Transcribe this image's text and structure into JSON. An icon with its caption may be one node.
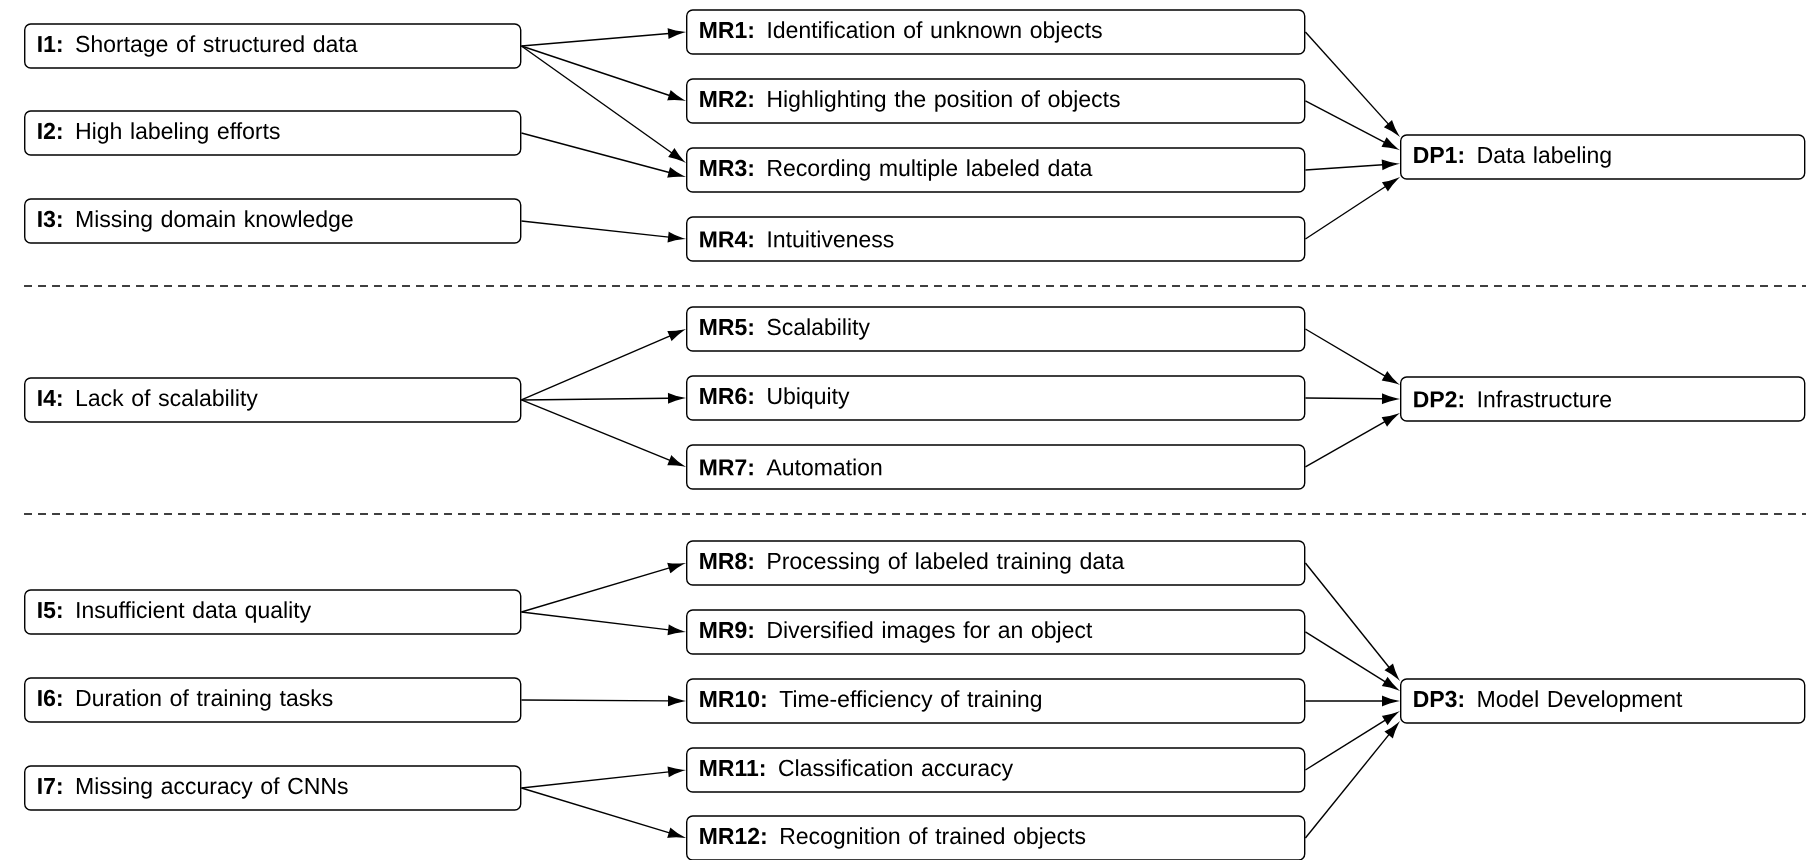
{
  "diagram": {
    "nodes": [
      {
        "text": [
          "**I1:** Shortage of structured data"
        ]
      },
      {
        "text": [
          "**I2:** High labeling efforts"
        ]
      },
      {
        "text": [
          "**I3:** Missing domain knowledge"
        ]
      },
      {
        "text": [
          "**I4:** Lack of scalability"
        ]
      },
      {
        "text": [
          "**I5:** Insufficient data quality"
        ]
      },
      {
        "text": [
          "**I6:** Duration of training tasks"
        ]
      },
      {
        "text": [
          "**I7:** Missing accuracy of CNNs"
        ]
      },
      {
        "text": [
          "**MR1:** Identification of unknown objects"
        ]
      },
      {
        "text": [
          "**MR2:** Highlighting the position of objects"
        ]
      },
      {
        "text": [
          "**MR3:** Recording multiple labeled data"
        ]
      },
      {
        "text": [
          "**MR4:** Intuitiveness"
        ]
      },
      {
        "text": [
          "**MR5:** Scalability"
        ]
      },
      {
        "text": [
          "**MR6:** Ubiquity"
        ]
      },
      {
        "text": [
          "**MR7:** Automation"
        ]
      },
      {
        "text": [
          "**MR8:** Processing of labeled training data"
        ]
      },
      {
        "text": [
          "**MR9:** Diversified images for an object"
        ]
      },
      {
        "text": [
          "**MR10:** Time-efficiency of training"
        ]
      },
      {
        "text": [
          "**MR11:** Classification accuracy"
        ]
      },
      {
        "text": [
          "**MR12:** Recognition of trained objects"
        ]
      },
      {
        "text": [
          "**DP1:** Data labeling"
        ]
      },
      {
        "text": [
          "**DP2:** Infrastructure"
        ]
      },
      {
        "text": [
          "**DP3:** Model Development"
        ]
      }
    ],
    "edges": [
      {
        "from": 0,
        "to": 7,
        "arrow": "to"
      },
      {
        "from": 0,
        "to": 8,
        "arrow": "to"
      },
      {
        "from": 0,
        "to": 9,
        "arrow": "to"
      },
      {
        "from": 1,
        "to": 9,
        "arrow": "to"
      },
      {
        "from": 2,
        "to": 10,
        "arrow": "to"
      },
      {
        "from": 3,
        "to": 11,
        "arrow": "to"
      },
      {
        "from": 3,
        "to": 12,
        "arrow": "to"
      },
      {
        "from": 3,
        "to": 13,
        "arrow": "to"
      },
      {
        "from": 4,
        "to": 14,
        "arrow": "to"
      },
      {
        "from": 4,
        "to": 15,
        "arrow": "to"
      },
      {
        "from": 5,
        "to": 16,
        "arrow": "to"
      },
      {
        "from": 6,
        "to": 17,
        "arrow": "to"
      },
      {
        "from": 6,
        "to": 18,
        "arrow": "to"
      },
      {
        "from": 7,
        "to": 19,
        "arrow": "to"
      },
      {
        "from": 8,
        "to": 19,
        "arrow": "to"
      },
      {
        "from": 9,
        "to": 19,
        "arrow": "to"
      },
      {
        "from": 10,
        "to": 19,
        "arrow": "to"
      },
      {
        "from": 11,
        "to": 20,
        "arrow": "to"
      },
      {
        "from": 12,
        "to": 20,
        "arrow": "to"
      },
      {
        "from": 13,
        "to": 20,
        "arrow": "to"
      },
      {
        "from": 14,
        "to": 21,
        "arrow": "to"
      },
      {
        "from": 15,
        "to": 21,
        "arrow": "to"
      },
      {
        "from": 16,
        "to": 21,
        "arrow": "to"
      },
      {
        "from": 17,
        "to": 21,
        "arrow": "to"
      },
      {
        "from": 18,
        "to": 21,
        "arrow": "to"
      }
    ]
  }
}
